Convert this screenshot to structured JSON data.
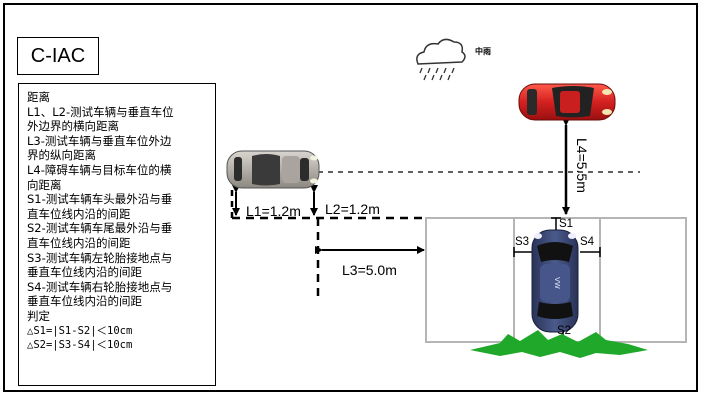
{
  "title": "C-IAC",
  "weather_label": "中雨",
  "legend": {
    "lines": [
      "距离",
      "L1、L2-测试车辆与垂直车位",
      "外边界的横向距离",
      "L3-测试车辆与垂直车位外边",
      "界的纵向距离",
      "L4-障碍车辆与目标车位的横",
      "向距离",
      "S1-测试车辆车头最外沿与垂",
      "直车位线内沿的间距",
      "S2-测试车辆车尾最外沿与垂",
      "直车位线内沿的间距",
      "S3-测试车辆左轮胎接地点与",
      "垂直车位线内沿的间距",
      "S4-测试车辆右轮胎接地点与",
      "垂直车位线内沿的间距",
      "判定"
    ],
    "formulas": [
      "△S1=|S1-S2|＜10cm",
      "△S2=|S3-S4|＜10cm"
    ]
  },
  "labels": {
    "L1": "L1=1.2m",
    "L2": "L2=1.2m",
    "L3": "L3=5.0m",
    "L4": "L4=5.5m",
    "S1": "S1",
    "S2": "S2",
    "S3": "S3",
    "S4": "S4"
  },
  "colors": {
    "obstacle_car": "#d42020",
    "test_car": "#3a4670",
    "silver_car": "#b8b4ae",
    "grass": "#1fa82a",
    "slot_border": "#b5b5b5"
  }
}
